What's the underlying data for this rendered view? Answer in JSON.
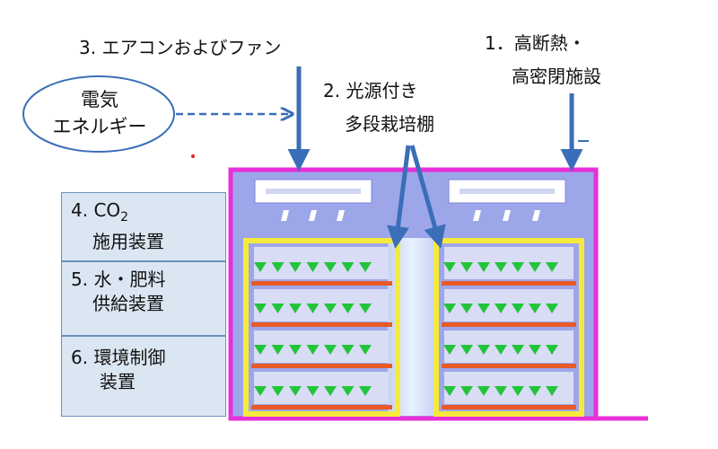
{
  "labels": {
    "fan": "3. エアコンおよびファン",
    "light_line1": "2. 光源付き",
    "light_line2": "多段栽培棚",
    "insul_line1": "1．高断熱・",
    "insul_line2": "高密閉施設",
    "electric": "電気\nエネルギー"
  },
  "side_panels": [
    {
      "line1": "4. CO",
      "sub": "2",
      "line2": "施用装置"
    },
    {
      "line1": "5. 水・肥料",
      "line2": "供給装置"
    },
    {
      "line1": "6. 環境制御",
      "line2": "装置"
    }
  ],
  "colors": {
    "building_border": "#e830d8",
    "building_fill": "#9ea6ea",
    "shelf_frame": "#f5ea3c",
    "shelf_tray": "#e85a28",
    "plant": "#22c53a",
    "arrow": "#3a6eb8",
    "side_panel": "#dbe6f3"
  }
}
